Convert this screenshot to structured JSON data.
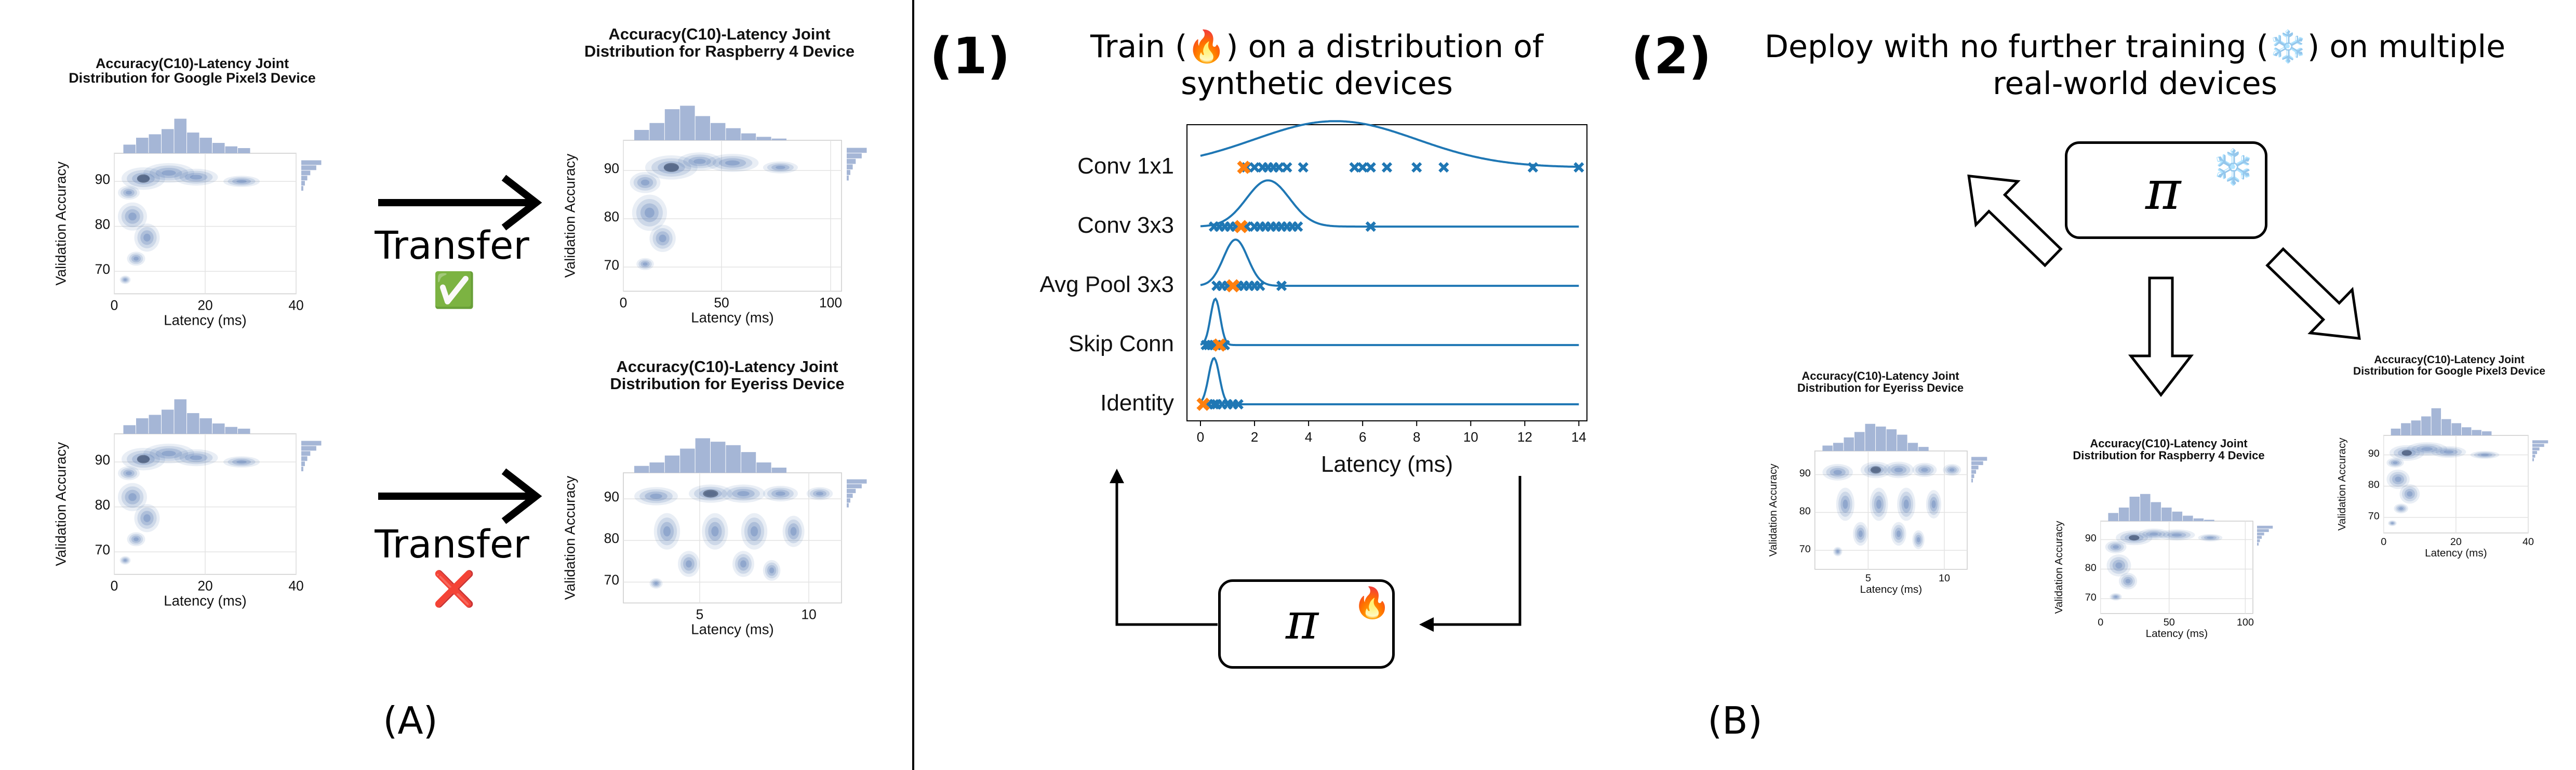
{
  "panel_a": {
    "label": "(A)",
    "transfer_top_label": "Transfer",
    "transfer_bottom_label": "Transfer",
    "check_icon": "✅",
    "cross_icon": "❌",
    "plots": [
      {
        "id": "a_pixel3_top",
        "title_line1": "Accuracy(C10)-Latency Joint",
        "title_line2": "Distribution for Google Pixel3 Device",
        "xlabel": "Latency (ms)",
        "ylabel": "Validation Accuracy",
        "xticks": [
          "0",
          "20",
          "40"
        ],
        "yticks": [
          "90",
          "80",
          "70"
        ]
      },
      {
        "id": "a_rpi4_top",
        "title_line1": "Accuracy(C10)-Latency Joint",
        "title_line2": "Distribution for Raspberry 4 Device",
        "xlabel": "Latency (ms)",
        "ylabel": "Validation Accuracy",
        "xticks": [
          "0",
          "50",
          "100"
        ],
        "yticks": [
          "90",
          "80",
          "70"
        ]
      },
      {
        "id": "a_pixel3_bottom",
        "title_line1": "",
        "title_line2": "",
        "xlabel": "Latency (ms)",
        "ylabel": "Validation Accuracy",
        "xticks": [
          "0",
          "20",
          "40"
        ],
        "yticks": [
          "90",
          "80",
          "70"
        ]
      },
      {
        "id": "a_eyeriss",
        "title_line1": "Accuracy(C10)-Latency Joint",
        "title_line2": "Distribution for Eyeriss Device",
        "xlabel": "Latency (ms)",
        "ylabel": "Validation Accuracy",
        "xticks": [
          "5",
          "10"
        ],
        "yticks": [
          "90",
          "80",
          "70"
        ]
      }
    ]
  },
  "panel_b": {
    "label": "(B)",
    "step1_number": "(1)",
    "step1_text": "Train (🔥) on a distribution of synthetic devices",
    "step2_number": "(2)",
    "step2_text": "Deploy with no further training (❄️) on multiple real-world devices",
    "policy_symbol": "π",
    "fire_icon": "🔥",
    "snow_icon": "❄️",
    "plots": [
      {
        "id": "b_eyeriss",
        "title_line1": "Accuracy(C10)-Latency Joint",
        "title_line2": "Distribution for Eyeriss Device",
        "xlabel": "Latency (ms)",
        "ylabel": "Validation Accuracy",
        "xticks": [
          "5",
          "10"
        ],
        "yticks": [
          "90",
          "80",
          "70"
        ]
      },
      {
        "id": "b_rpi4",
        "title_line1": "Accuracy(C10)-Latency Joint",
        "title_line2": "Distribution for Raspberry 4 Device",
        "xlabel": "Latency (ms)",
        "ylabel": "Validation Accuracy",
        "xticks": [
          "0",
          "50",
          "100"
        ],
        "yticks": [
          "90",
          "80",
          "70"
        ]
      },
      {
        "id": "b_pixel3",
        "title_line1": "Accuracy(C10)-Latency Joint",
        "title_line2": "Distribution for Google Pixel3 Device",
        "xlabel": "Latency (ms)",
        "ylabel": "Validation Accuracy",
        "xticks": [
          "0",
          "20",
          "40"
        ],
        "yticks": [
          "90",
          "80",
          "70"
        ]
      }
    ]
  },
  "chart_data": {
    "type": "scatter",
    "xlabel": "Latency (ms)",
    "xlim": [
      -0.5,
      14.3
    ],
    "x_ticks": [
      0,
      2,
      4,
      6,
      8,
      10,
      12,
      14
    ],
    "categories": [
      "Conv 1x1",
      "Conv 3x3",
      "Avg Pool 3x3",
      "Skip Conn",
      "Identity"
    ],
    "distributions": [
      {
        "name": "Conv 1x1",
        "mean": 5.0,
        "std": 3.0,
        "samples": [
          1.7,
          2.0,
          2.3,
          2.5,
          2.7,
          2.9,
          3.2,
          3.8,
          5.7,
          6.0,
          6.3,
          6.9,
          8.0,
          9.0,
          12.3,
          14.0
        ],
        "highlight": [
          1.6
        ]
      },
      {
        "name": "Conv 3x3",
        "mean": 2.5,
        "std": 0.8,
        "samples": [
          0.5,
          0.7,
          0.9,
          1.1,
          1.3,
          1.7,
          2.0,
          2.2,
          2.4,
          2.6,
          2.8,
          3.0,
          3.2,
          3.4,
          3.6,
          6.3
        ],
        "highlight": [
          1.5
        ]
      },
      {
        "name": "Avg Pool 3x3",
        "mean": 1.3,
        "std": 0.45,
        "samples": [
          0.6,
          0.8,
          1.0,
          1.2,
          1.4,
          1.6,
          1.8,
          2.0,
          2.2,
          3.0
        ],
        "highlight": [
          1.2
        ]
      },
      {
        "name": "Skip Conn",
        "mean": 0.55,
        "std": 0.18,
        "samples": [
          0.2,
          0.3,
          0.4,
          0.5,
          0.6,
          0.7,
          0.8,
          0.9
        ],
        "highlight": [
          0.7
        ]
      },
      {
        "name": "Identity",
        "mean": 0.5,
        "std": 0.2,
        "samples": [
          0.1,
          0.3,
          0.5,
          0.6,
          0.8,
          1.0,
          1.2,
          1.4
        ],
        "highlight": [
          0.1
        ]
      }
    ]
  },
  "colors": {
    "sample_marker": "#1f77b4",
    "highlight_marker": "#ff7f0e",
    "density_line": "#1f77b4",
    "kde_fill": "#4c72b0",
    "histogram": "#a5b6d6",
    "check_green": "#3bb34a",
    "cross_red": "#e0192b"
  }
}
